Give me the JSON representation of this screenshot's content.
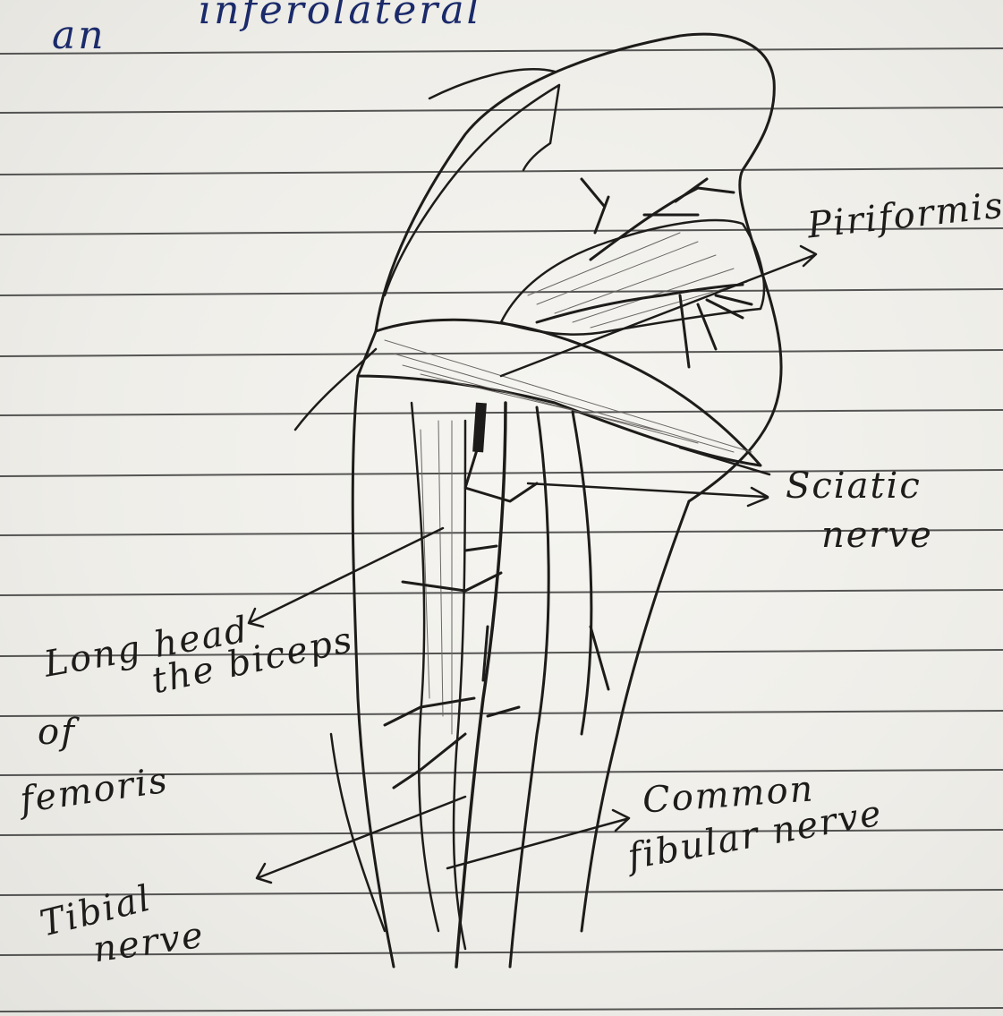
{
  "heading": {
    "word_1": "an",
    "word_2": "inferolateral"
  },
  "labels": {
    "piriformis": "Piriformis",
    "sciatic_line_1": "Sciatic",
    "sciatic_line_2": "nerve",
    "biceps_line_1": "Long head",
    "biceps_line_2": "the biceps",
    "biceps_line_3": "of",
    "biceps_line_4": "femoris",
    "tibial_line_1": "Tibial",
    "tibial_line_2": "nerve",
    "common_line_1": "Common",
    "common_line_2": "fibular nerve"
  },
  "colors": {
    "paper": "#f1f0ec",
    "ruled_line": "#3a3a3a",
    "pencil": "#1e1c1a",
    "heading_ink": "#1a2a6a"
  }
}
